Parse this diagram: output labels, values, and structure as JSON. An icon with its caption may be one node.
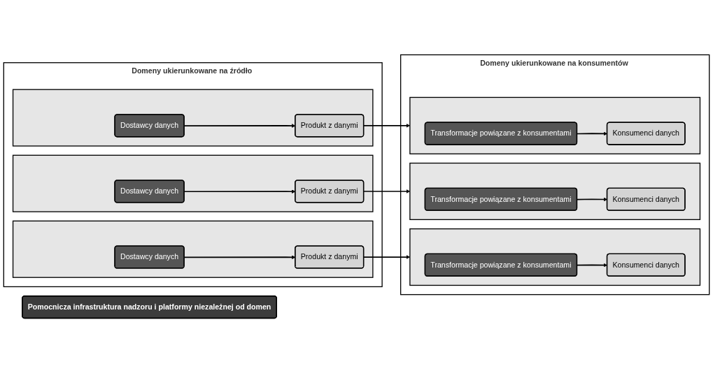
{
  "diagram": {
    "nodes": [
      {
        "text": [
          "Domeny ukierunkowane na źródło"
        ]
      },
      {
        "text": [],
        "shape": "box",
        "in": 0
      },
      {
        "text": [
          "Dostawcy danych"
        ],
        "in": 1
      },
      {
        "text": [
          "Produkt z danymi"
        ],
        "in": 1
      },
      {
        "text": [],
        "shape": "box",
        "in": 0
      },
      {
        "text": [
          "Dostawcy danych"
        ],
        "in": 4
      },
      {
        "text": [
          "Produkt z danymi"
        ],
        "in": 4
      },
      {
        "text": [],
        "shape": "box",
        "in": 0
      },
      {
        "text": [
          "Dostawcy danych"
        ],
        "in": 7
      },
      {
        "text": [
          "Produkt z danymi"
        ],
        "in": 7
      },
      {
        "text": [
          "Domeny ukierunkowane na konsumentów"
        ]
      },
      {
        "text": [],
        "shape": "box",
        "in": 10
      },
      {
        "text": [
          "Transformacje powiązane z konsumentami"
        ],
        "in": 11
      },
      {
        "text": [
          "Konsumenci danych"
        ],
        "in": 11
      },
      {
        "text": [],
        "shape": "box",
        "in": 10
      },
      {
        "text": [
          "Transformacje powiązane z konsumentami"
        ],
        "in": 14
      },
      {
        "text": [
          "Konsumenci danych"
        ],
        "in": 14
      },
      {
        "text": [],
        "shape": "box",
        "in": 10
      },
      {
        "text": [
          "Transformacje powiązane z konsumentami"
        ],
        "in": 17
      },
      {
        "text": [
          "Konsumenci danych"
        ],
        "in": 17
      },
      {
        "text": [
          "Pomocnicza infrastruktura nadzoru i platformy niezależnej od domen"
        ]
      }
    ],
    "edges": [
      {
        "from": 2,
        "to": 3,
        "arrow": "to"
      },
      {
        "from": 3,
        "to": 11,
        "arrow": "to"
      },
      {
        "from": 12,
        "to": 13,
        "arrow": "to"
      },
      {
        "from": 5,
        "to": 6,
        "arrow": "to"
      },
      {
        "from": 6,
        "to": 14,
        "arrow": "to"
      },
      {
        "from": 15,
        "to": 16,
        "arrow": "to"
      },
      {
        "from": 8,
        "to": 9,
        "arrow": "to"
      },
      {
        "from": 9,
        "to": 17,
        "arrow": "to"
      },
      {
        "from": 18,
        "to": 19,
        "arrow": "to"
      }
    ]
  }
}
